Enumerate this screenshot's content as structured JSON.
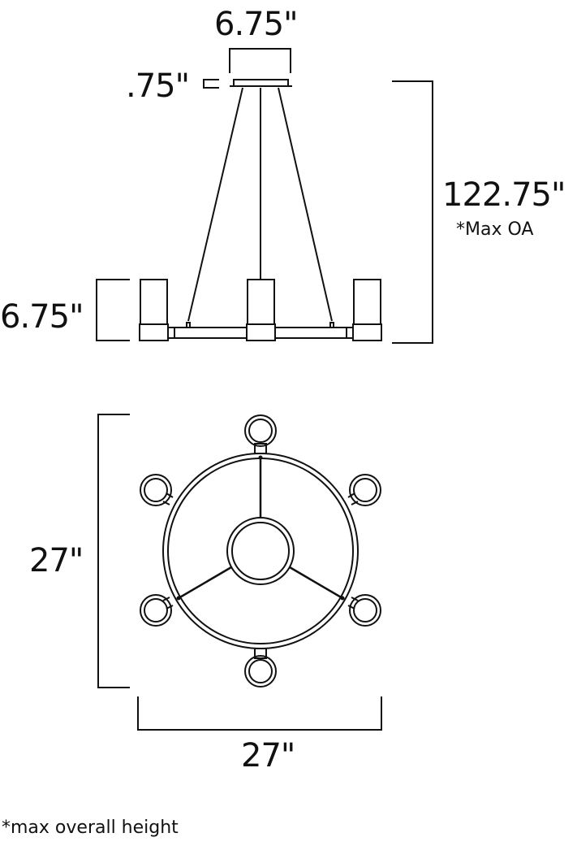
{
  "diagram": {
    "type": "product dimension drawing",
    "subject": "round pendant chandelier",
    "colors": {
      "line": "#111111",
      "background": "#ffffff"
    },
    "side_view": {
      "canopy_width_label": "6.75\"",
      "canopy_height_label": ".75\"",
      "overall_height_label": "122.75\"",
      "overall_height_note": "*Max OA",
      "shade_height_label": "6.75\""
    },
    "top_view": {
      "depth_label": "27\"",
      "width_label": "27\"",
      "light_count": 6
    },
    "footnote": "*max overall height"
  }
}
